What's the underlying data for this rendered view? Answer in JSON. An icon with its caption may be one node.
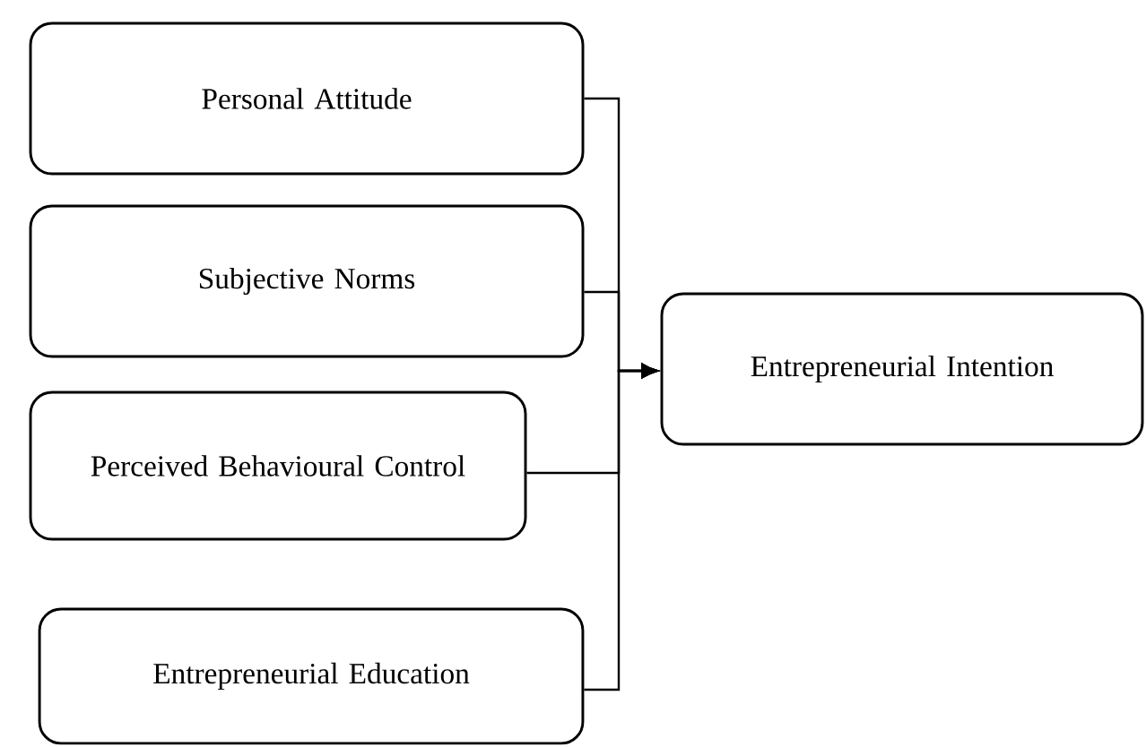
{
  "diagram": {
    "nodes": [
      {
        "text": [
          "Personal Attitude"
        ]
      },
      {
        "text": [
          "Subjective Norms"
        ]
      },
      {
        "text": [
          "Perceived Behavioural Control"
        ]
      },
      {
        "text": [
          "Entrepreneurial Education"
        ]
      },
      {
        "text": [
          "Entrepreneurial Intention"
        ]
      }
    ],
    "edges": [
      {
        "from": 0,
        "to": 4,
        "arrow": "to"
      },
      {
        "from": 1,
        "to": 4,
        "arrow": "to"
      },
      {
        "from": 2,
        "to": 4,
        "arrow": "to"
      },
      {
        "from": 3,
        "to": 4,
        "arrow": "to"
      }
    ]
  }
}
